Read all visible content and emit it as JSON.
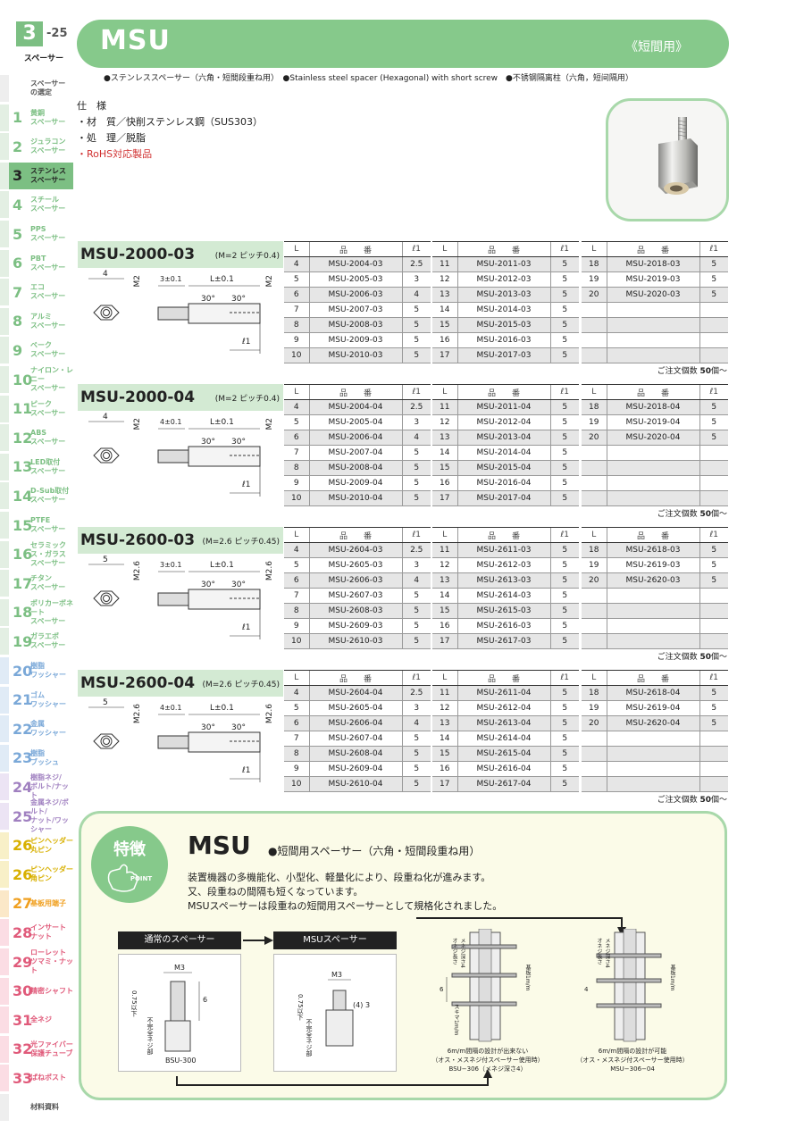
{
  "page": {
    "num": "3",
    "sub": "-25",
    "category": "スペーサー"
  },
  "sidebar": [
    {
      "num": "",
      "label": "スペーサー\nの選定",
      "style": "gray"
    },
    {
      "num": "1",
      "label": "黄銅\nスペーサー",
      "style": ""
    },
    {
      "num": "2",
      "label": "ジュラコン\nスペーサー",
      "style": ""
    },
    {
      "num": "3",
      "label": "ステンレス\nスペーサー",
      "style": "active"
    },
    {
      "num": "4",
      "label": "スチール\nスペーサー",
      "style": ""
    },
    {
      "num": "5",
      "label": "PPS\nスペーサー",
      "style": ""
    },
    {
      "num": "6",
      "label": "PBT\nスペーサー",
      "style": ""
    },
    {
      "num": "7",
      "label": "エコ\nスペーサー",
      "style": ""
    },
    {
      "num": "8",
      "label": "アルミ\nスペーサー",
      "style": ""
    },
    {
      "num": "9",
      "label": "ベーク\nスペーサー",
      "style": ""
    },
    {
      "num": "10",
      "label": "ナイロン・レニー\nスペーサー",
      "style": ""
    },
    {
      "num": "11",
      "label": "ピーク\nスペーサー",
      "style": ""
    },
    {
      "num": "12",
      "label": "ABS\nスペーサー",
      "style": ""
    },
    {
      "num": "13",
      "label": "LED取付\nスペーサー",
      "style": ""
    },
    {
      "num": "14",
      "label": "D-Sub取付\nスペーサー",
      "style": ""
    },
    {
      "num": "15",
      "label": "PTFE\nスペーサー",
      "style": ""
    },
    {
      "num": "16",
      "label": "セラミックス・ガラス\nスペーサー",
      "style": ""
    },
    {
      "num": "17",
      "label": "チタン\nスペーサー",
      "style": ""
    },
    {
      "num": "18",
      "label": "ポリカーボネート\nスペーサー",
      "style": ""
    },
    {
      "num": "19",
      "label": "ガラエポ\nスペーサー",
      "style": ""
    },
    {
      "num": "20",
      "label": "樹脂\nワッシャー",
      "style": "blue"
    },
    {
      "num": "21",
      "label": "ゴム\nワッシャー",
      "style": "blue"
    },
    {
      "num": "22",
      "label": "金属\nワッシャー",
      "style": "blue"
    },
    {
      "num": "23",
      "label": "樹脂\nブッシュ",
      "style": "blue"
    },
    {
      "num": "24",
      "label": "樹脂ネジ/\nボルト/ナット",
      "style": "purple"
    },
    {
      "num": "25",
      "label": "金属ネジ/ボルト/\nナット/ワッシャー",
      "style": "purple"
    },
    {
      "num": "26",
      "label": "ピンヘッダー\n丸ピン",
      "style": "yellow"
    },
    {
      "num": "26",
      "label": "ピンヘッダー\n角ピン",
      "style": "yellow"
    },
    {
      "num": "27",
      "label": "基板用端子",
      "style": "orange"
    },
    {
      "num": "28",
      "label": "インサート\nナット",
      "style": "pink"
    },
    {
      "num": "29",
      "label": "ローレット\nツマミ・ナット",
      "style": "pink"
    },
    {
      "num": "30",
      "label": "精密シャフト",
      "style": "pink"
    },
    {
      "num": "31",
      "label": "全ネジ",
      "style": "pink"
    },
    {
      "num": "32",
      "label": "光ファイバー\n保護チューブ",
      "style": "pink"
    },
    {
      "num": "33",
      "label": "ばねポスト",
      "style": "pink"
    },
    {
      "num": "",
      "label": "材料資料",
      "style": "gray"
    }
  ],
  "header": {
    "title": "MSU",
    "subtitle": "《短間用》"
  },
  "description": "●ステンレススペーサー（六角・短間段重ね用）　●Stainless steel spacer (Hexagonal) with short screw　●不锈钢隔离柱（六角，短间隔用）",
  "spec": {
    "heading": "仕　様",
    "material": "・材　質／快削ステンレス鋼（SUS303）",
    "treatment": "・処　理／脱脂",
    "rohs": "・RoHS対応製品"
  },
  "table_headers": {
    "l": "L",
    "part": "品　　番",
    "l1": "ℓ1"
  },
  "order_note": {
    "prefix": "ご注文個数 ",
    "qty": "50",
    "suffix": "個〜"
  },
  "blocks": [
    {
      "name": "MSU-2000-03",
      "pitch": "(M=2 ピッチ0.4)",
      "dims": {
        "hex": "4",
        "thread": "M2",
        "depth": "3±0.1",
        "len": "L±0.1",
        "ang1": "30°",
        "ang2": "30°",
        "l1": "ℓ1"
      },
      "cols": [
        [
          [
            "4",
            "MSU-2004-03",
            "2.5"
          ],
          [
            "5",
            "MSU-2005-03",
            "3"
          ],
          [
            "6",
            "MSU-2006-03",
            "4"
          ],
          [
            "7",
            "MSU-2007-03",
            "5"
          ],
          [
            "8",
            "MSU-2008-03",
            "5"
          ],
          [
            "9",
            "MSU-2009-03",
            "5"
          ],
          [
            "10",
            "MSU-2010-03",
            "5"
          ]
        ],
        [
          [
            "11",
            "MSU-2011-03",
            "5"
          ],
          [
            "12",
            "MSU-2012-03",
            "5"
          ],
          [
            "13",
            "MSU-2013-03",
            "5"
          ],
          [
            "14",
            "MSU-2014-03",
            "5"
          ],
          [
            "15",
            "MSU-2015-03",
            "5"
          ],
          [
            "16",
            "MSU-2016-03",
            "5"
          ],
          [
            "17",
            "MSU-2017-03",
            "5"
          ]
        ],
        [
          [
            "18",
            "MSU-2018-03",
            "5"
          ],
          [
            "19",
            "MSU-2019-03",
            "5"
          ],
          [
            "20",
            "MSU-2020-03",
            "5"
          ],
          [
            "",
            "",
            ""
          ],
          [
            "",
            "",
            ""
          ],
          [
            "",
            "",
            ""
          ],
          [
            "",
            "",
            ""
          ]
        ]
      ]
    },
    {
      "name": "MSU-2000-04",
      "pitch": "(M=2 ピッチ0.4)",
      "dims": {
        "hex": "4",
        "thread": "M2",
        "depth": "4±0.1",
        "len": "L±0.1",
        "ang1": "30°",
        "ang2": "30°",
        "l1": "ℓ1"
      },
      "cols": [
        [
          [
            "4",
            "MSU-2004-04",
            "2.5"
          ],
          [
            "5",
            "MSU-2005-04",
            "3"
          ],
          [
            "6",
            "MSU-2006-04",
            "4"
          ],
          [
            "7",
            "MSU-2007-04",
            "5"
          ],
          [
            "8",
            "MSU-2008-04",
            "5"
          ],
          [
            "9",
            "MSU-2009-04",
            "5"
          ],
          [
            "10",
            "MSU-2010-04",
            "5"
          ]
        ],
        [
          [
            "11",
            "MSU-2011-04",
            "5"
          ],
          [
            "12",
            "MSU-2012-04",
            "5"
          ],
          [
            "13",
            "MSU-2013-04",
            "5"
          ],
          [
            "14",
            "MSU-2014-04",
            "5"
          ],
          [
            "15",
            "MSU-2015-04",
            "5"
          ],
          [
            "16",
            "MSU-2016-04",
            "5"
          ],
          [
            "17",
            "MSU-2017-04",
            "5"
          ]
        ],
        [
          [
            "18",
            "MSU-2018-04",
            "5"
          ],
          [
            "19",
            "MSU-2019-04",
            "5"
          ],
          [
            "20",
            "MSU-2020-04",
            "5"
          ],
          [
            "",
            "",
            ""
          ],
          [
            "",
            "",
            ""
          ],
          [
            "",
            "",
            ""
          ],
          [
            "",
            "",
            ""
          ]
        ]
      ]
    },
    {
      "name": "MSU-2600-03",
      "pitch": "(M=2.6 ピッチ0.45)",
      "dims": {
        "hex": "5",
        "thread": "M2.6",
        "depth": "3±0.1",
        "len": "L±0.1",
        "ang1": "30°",
        "ang2": "30°",
        "l1": "ℓ1"
      },
      "cols": [
        [
          [
            "4",
            "MSU-2604-03",
            "2.5"
          ],
          [
            "5",
            "MSU-2605-03",
            "3"
          ],
          [
            "6",
            "MSU-2606-03",
            "4"
          ],
          [
            "7",
            "MSU-2607-03",
            "5"
          ],
          [
            "8",
            "MSU-2608-03",
            "5"
          ],
          [
            "9",
            "MSU-2609-03",
            "5"
          ],
          [
            "10",
            "MSU-2610-03",
            "5"
          ]
        ],
        [
          [
            "11",
            "MSU-2611-03",
            "5"
          ],
          [
            "12",
            "MSU-2612-03",
            "5"
          ],
          [
            "13",
            "MSU-2613-03",
            "5"
          ],
          [
            "14",
            "MSU-2614-03",
            "5"
          ],
          [
            "15",
            "MSU-2615-03",
            "5"
          ],
          [
            "16",
            "MSU-2616-03",
            "5"
          ],
          [
            "17",
            "MSU-2617-03",
            "5"
          ]
        ],
        [
          [
            "18",
            "MSU-2618-03",
            "5"
          ],
          [
            "19",
            "MSU-2619-03",
            "5"
          ],
          [
            "20",
            "MSU-2620-03",
            "5"
          ],
          [
            "",
            "",
            ""
          ],
          [
            "",
            "",
            ""
          ],
          [
            "",
            "",
            ""
          ],
          [
            "",
            "",
            ""
          ]
        ]
      ]
    },
    {
      "name": "MSU-2600-04",
      "pitch": "(M=2.6 ピッチ0.45)",
      "dims": {
        "hex": "5",
        "thread": "M2.6",
        "depth": "4±0.1",
        "len": "L±0.1",
        "ang1": "30°",
        "ang2": "30°",
        "l1": "ℓ1"
      },
      "cols": [
        [
          [
            "4",
            "MSU-2604-04",
            "2.5"
          ],
          [
            "5",
            "MSU-2605-04",
            "3"
          ],
          [
            "6",
            "MSU-2606-04",
            "4"
          ],
          [
            "7",
            "MSU-2607-04",
            "5"
          ],
          [
            "8",
            "MSU-2608-04",
            "5"
          ],
          [
            "9",
            "MSU-2609-04",
            "5"
          ],
          [
            "10",
            "MSU-2610-04",
            "5"
          ]
        ],
        [
          [
            "11",
            "MSU-2611-04",
            "5"
          ],
          [
            "12",
            "MSU-2612-04",
            "5"
          ],
          [
            "13",
            "MSU-2613-04",
            "5"
          ],
          [
            "14",
            "MSU-2614-04",
            "5"
          ],
          [
            "15",
            "MSU-2615-04",
            "5"
          ],
          [
            "16",
            "MSU-2616-04",
            "5"
          ],
          [
            "17",
            "MSU-2617-04",
            "5"
          ]
        ],
        [
          [
            "18",
            "MSU-2618-04",
            "5"
          ],
          [
            "19",
            "MSU-2619-04",
            "5"
          ],
          [
            "20",
            "MSU-2620-04",
            "5"
          ],
          [
            "",
            "",
            ""
          ],
          [
            "",
            "",
            ""
          ],
          [
            "",
            "",
            ""
          ],
          [
            "",
            "",
            ""
          ]
        ]
      ]
    }
  ],
  "features": {
    "badge": "特徴",
    "point": "POINT",
    "title": "MSU",
    "subtitle": "●短間用スペーサー（六角・短間段重ね用）",
    "lines": [
      "装置機器の多機能化、小型化、軽量化により、段重ね化が進みます。",
      "又、段重ねの間隔も短くなっています。",
      "MSUスペーサーは段重ねの短間用スペーサーとして規格化されました。"
    ],
    "tag_normal": "通常のスペーサー",
    "tag_msu": "MSUスペーサー",
    "fig1": {
      "m": "M3",
      "dim1": "6",
      "dim2": "0.75以下",
      "side": "不完全ネジ部",
      "caption": "BSU-300"
    },
    "fig2": {
      "m": "M3",
      "dim1": "3",
      "dim2": "(4)",
      "dim3": "0.75以下",
      "side": "不完全ネジ部"
    },
    "fig3": {
      "labels": [
        "オネジ長さ",
        "メネジ深さ4",
        "6",
        "スキマ1m/m",
        "基板1m/m"
      ],
      "caption1": "6m/m間隔の設計が出来ない",
      "caption2": "（オス・メスネジ付スペーサー使用時）",
      "caption3": "BSU−306（メネジ深さ4）"
    },
    "fig4": {
      "labels": [
        "オネジ長さ",
        "メネジ深さ4",
        "4",
        "基板1m/m"
      ],
      "caption1": "6m/m間隔の設計が可能",
      "caption2": "（オス・メスネジ付スペーサー使用時）",
      "caption3": "MSU−306−04"
    }
  },
  "colors": {
    "accent": "#86c98b",
    "accent_light": "#d3ead3",
    "rohs": "#d03030"
  }
}
